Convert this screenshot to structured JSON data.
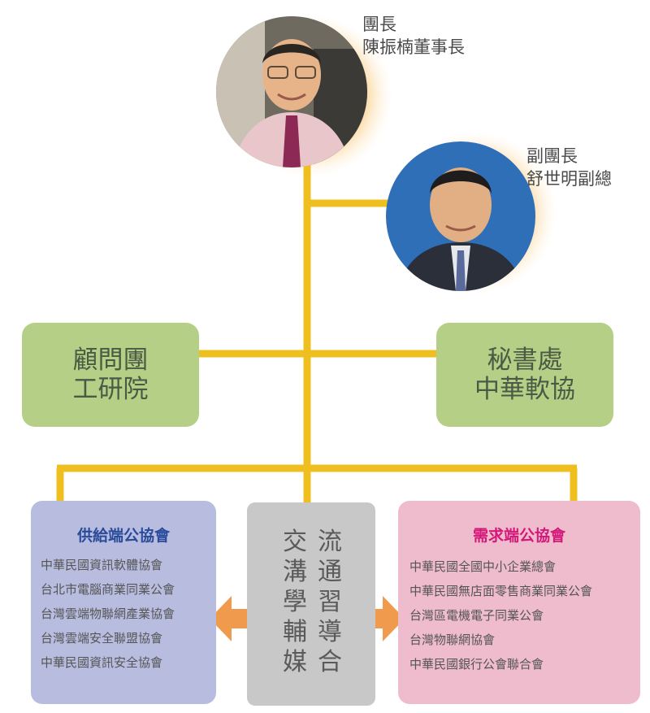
{
  "leader": {
    "title": "團長",
    "name": "陳振楠董事長"
  },
  "deputy": {
    "title": "副團長",
    "name": "舒世明副總"
  },
  "advisory": {
    "line1": "顧問團",
    "line2": "工研院"
  },
  "secretariat": {
    "line1": "秘書處",
    "line2": "中華軟協"
  },
  "supply": {
    "title": "供給端公協會",
    "items": [
      "中華民國資訊軟體協會",
      "台北市電腦商業同業公會",
      "台灣雲端物聯網產業協會",
      "台灣雲端安全聯盟協會",
      "中華民國資訊安全協會"
    ]
  },
  "center": {
    "col_right": [
      "流",
      "通",
      "習",
      "導",
      "合"
    ],
    "col_left": [
      "交",
      "溝",
      "學",
      "輔",
      "媒"
    ]
  },
  "demand": {
    "title": "需求端公協會",
    "items": [
      "中華民國全國中小企業總會",
      "中華民國無店面零售商業同業公會",
      "台灣區電機電子同業公會",
      "台灣物聯網協會",
      "中華民國銀行公會聯合會"
    ]
  },
  "colors": {
    "connector": "#eebf1e",
    "green_box": "#b5cf86",
    "supply_box": "#b8bde0",
    "supply_title": "#2a4a9a",
    "demand_box": "#eebccc",
    "demand_title": "#d4187a",
    "center_box": "#c8c8c8",
    "arrow": "#f09a4e"
  }
}
